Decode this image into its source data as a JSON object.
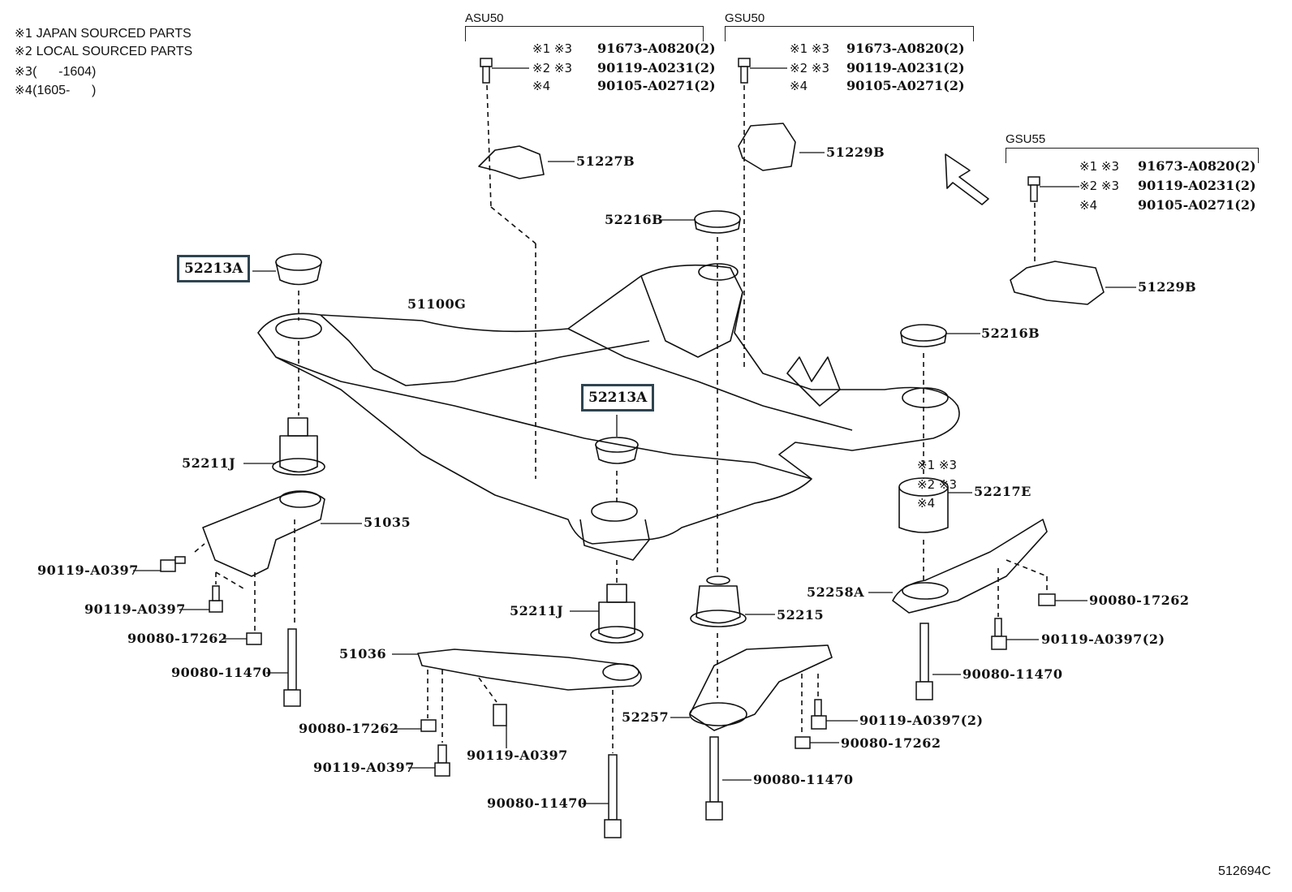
{
  "legend": [
    {
      "mark": "※1",
      "text": "JAPAN SOURCED PARTS"
    },
    {
      "mark": "※2",
      "text": "LOCAL SOURCED PARTS"
    },
    {
      "mark": "※3",
      "text": "(      -1604)"
    },
    {
      "mark": "※4",
      "text": "(1605-      )"
    }
  ],
  "groups": [
    {
      "title": "ASU50",
      "rows": [
        {
          "marks": "※1 ※3",
          "part": "91673-A0820",
          "qty": "(2)"
        },
        {
          "marks": "※2 ※3",
          "part": "90119-A0231",
          "qty": "(2)"
        },
        {
          "marks": "※4",
          "part": "90105-A0271",
          "qty": "(2)"
        }
      ],
      "bracket_part": "51227B"
    },
    {
      "title": "GSU50",
      "rows": [
        {
          "marks": "※1 ※3",
          "part": "91673-A0820",
          "qty": "(2)"
        },
        {
          "marks": "※2 ※3",
          "part": "90119-A0231",
          "qty": "(2)"
        },
        {
          "marks": "※4",
          "part": "90105-A0271",
          "qty": "(2)"
        }
      ],
      "bracket_part": "51229B"
    },
    {
      "title": "GSU55",
      "rows": [
        {
          "marks": "※1 ※3",
          "part": "91673-A0820",
          "qty": "(2)"
        },
        {
          "marks": "※2 ※3",
          "part": "90119-A0231",
          "qty": "(2)"
        },
        {
          "marks": "※4",
          "part": "90105-A0271",
          "qty": "(2)"
        }
      ],
      "bracket_part": "51229B"
    }
  ],
  "highlighted_parts": [
    "52213A",
    "52213A"
  ],
  "part_labels": {
    "crossmember": "51100G",
    "cushion_52216b_upper": "52216B",
    "cushion_52216b_right": "52216B",
    "cushion_52211j_left": "52211J",
    "cushion_52211j_center": "52211J",
    "cushion_52215": "52215",
    "cushion_52217e": "52217E",
    "cushion_52217e_marks": [
      "※1 ※3",
      "※2 ※3",
      "※4"
    ],
    "brace_51035": "51035",
    "brace_51036": "51036",
    "brace_52257": "52257",
    "brace_52258a": "52258A",
    "bolt_left_1": "90119-A0397",
    "bolt_left_2": "90119-A0397",
    "nut_left": "90080-17262",
    "bolt_left_long": "90080-11470",
    "nut_mid": "90080-17262",
    "bolt_mid_1": "90119-A0397",
    "bolt_mid_2": "90119-A0397",
    "bolt_mid_long": "90080-11470",
    "bolt_center_long": "90080-11470",
    "bolt_rc": "90119-A0397(2)",
    "nut_rc": "90080-17262",
    "nut_right": "90080-17262",
    "bolt_right": "90119-A0397(2)",
    "bolt_right_long": "90080-11470"
  },
  "figure_number": "512694C"
}
